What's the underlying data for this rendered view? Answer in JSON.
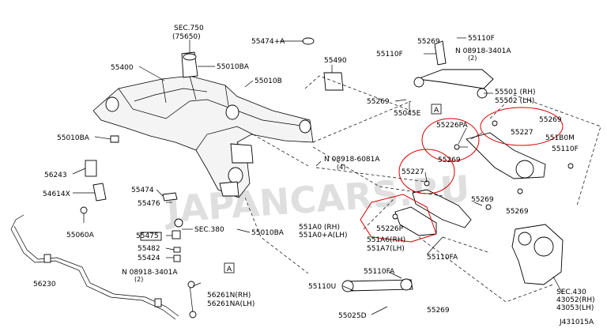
{
  "watermark": "JAPANCARS.RU",
  "diagram_code": "J431015A",
  "boxed_marker": "A",
  "labels": {
    "sec750": "SEC.750",
    "sec750_sub": "(75650)",
    "p55474a": "55474+A",
    "p55400": "55400",
    "p55010ba_1": "55010BA",
    "p55010b": "55010B",
    "p55490": "55490",
    "p55010ba_left": "55010BA",
    "p56243": "56243",
    "p54614x": "54614X",
    "p55060a": "55060A",
    "p55474": "55474",
    "p55476": "55476",
    "sec380": "SEC.380",
    "p55010ba_2": "55010BA",
    "p55475": "55475",
    "p55482": "55482",
    "p55424": "55424",
    "p08918_3401a_left": "N 08918-3401A",
    "p08918_3401a_left_qty": "(2)",
    "p56230": "56230",
    "p56261n": "56261N(RH)",
    "p56261na": "56261NA(LH)",
    "p55269_top": "55269",
    "p55110f_top": "55110F",
    "p55110f_2": "55110F",
    "p08918_3401a_right": "N 08918-3401A",
    "p08918_3401a_right_qty": "(2)",
    "p55501": "55501 (RH)",
    "p55502": "55502 (LH)",
    "p55269_mid": "55269",
    "p55045e": "55045E",
    "p55226pa": "55226PA",
    "p55269_r": "55269",
    "p55227_r": "55227",
    "p551b0m": "551B0M",
    "p55110f_r": "55110F",
    "p08918_6081a": "N 08918-6081A",
    "p08918_6081a_qty": "(4)",
    "p55269_c": "55269",
    "p55227_c": "55227",
    "p55269_rb": "55269",
    "p55269_rb2": "55269",
    "p551a0": "551A0  (RH)",
    "p551a0a": "551A0+A(LH)",
    "p55226p": "55226P",
    "p551a6": "551A6(RH)",
    "p551a7": "551A7(LH)",
    "p55110fa_1": "55110FA",
    "p55110fa_2": "55110FA",
    "p55110u": "55110U",
    "p55269_b": "55269",
    "p55025d": "55025D",
    "sec430": "SEC.430",
    "p43052": "43052(RH)",
    "p43053": "43053(LH)"
  }
}
